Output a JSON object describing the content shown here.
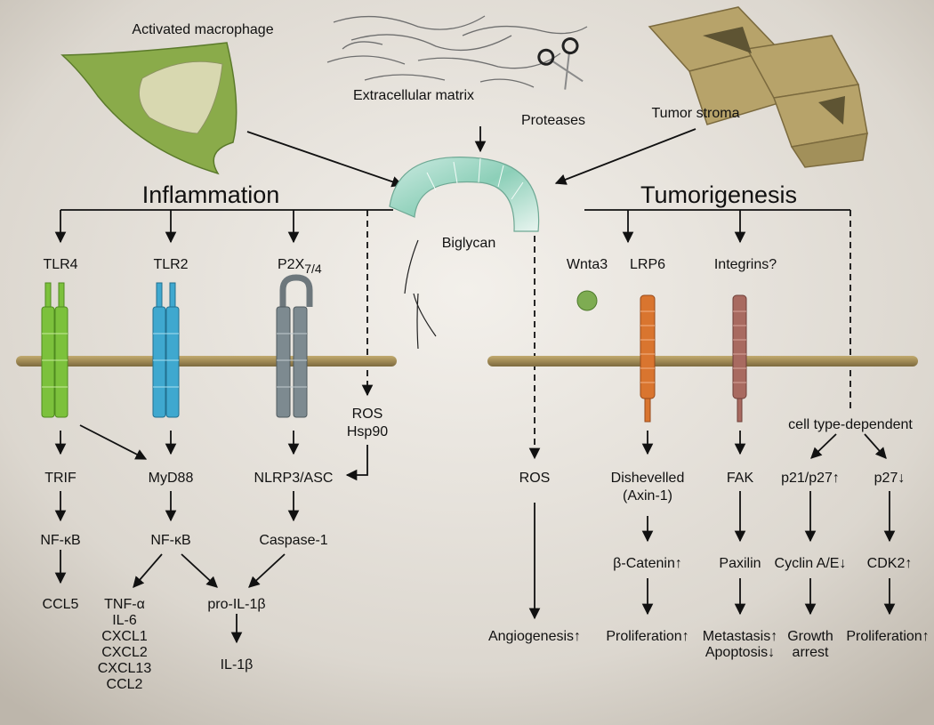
{
  "top": {
    "macrophage": "Activated macrophage",
    "ecm": "Extracellular matrix",
    "proteases": "Proteases",
    "stroma": "Tumor stroma",
    "biglycan": "Biglycan"
  },
  "inflammation": {
    "title": "Inflammation",
    "tlr4": "TLR4",
    "tlr2": "TLR2",
    "p2x": "P2X",
    "p2x_sub": "7/4",
    "ros": "ROS",
    "hsp90": "Hsp90",
    "trif": "TRIF",
    "myd88": "MyD88",
    "nlrp3": "NLRP3/ASC",
    "nfkb1": "NF-κB",
    "nfkb2": "NF-κB",
    "caspase": "Caspase-1",
    "ccl5": "CCL5",
    "cytokines": [
      "TNF-α",
      "IL-6",
      "CXCL1",
      "CXCL2",
      "CXCL13",
      "CCL2"
    ],
    "prol1b": "pro-IL-1β",
    "il1b": "IL-1β"
  },
  "tumorigenesis": {
    "title": "Tumorigenesis",
    "wnta3": "Wnta3",
    "lrp6": "LRP6",
    "integrins": "Integrins?",
    "ros": "ROS",
    "angiogenesis": "Angiogenesis↑",
    "dishevelled": "Dishevelled",
    "axin": "(Axin-1)",
    "catenin": "β-Catenin↑",
    "prolif1": "Proliferation↑",
    "fak": "FAK",
    "paxilin": "Paxilin",
    "metastasis": "Metastasis↑",
    "apoptosis": "Apoptosis↓",
    "celltype": "cell type-dependent",
    "p21p27": "p21/p27↑",
    "p27": "p27↓",
    "cyclin": "Cyclin A/E↓",
    "cdk2": "CDK2↑",
    "growth": "Growth",
    "arrest": "arrest",
    "prolif2": "Proliferation↑"
  },
  "colors": {
    "background": "#dcd7cf",
    "membrane": "#a08a55",
    "tlr4": "#7cc13c",
    "tlr2": "#3fa8cf",
    "p2x": "#7d8a90",
    "lrp6": "#d9752f",
    "integrin": "#a86a60",
    "wnt": "#7eac52",
    "macrophage": "#8aab4a",
    "stroma": "#b7a36a",
    "biglycan": "#a6d7c7"
  }
}
